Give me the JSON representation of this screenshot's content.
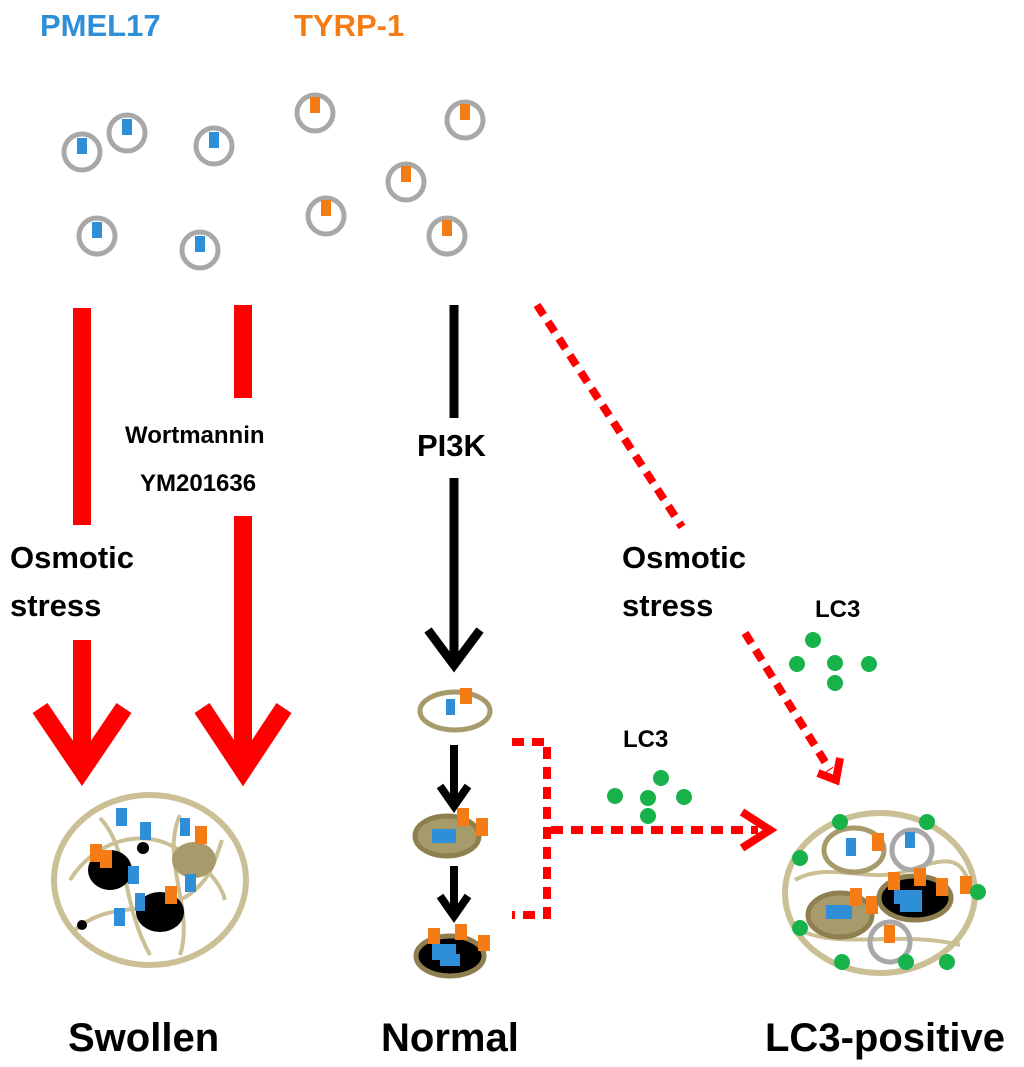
{
  "labels": {
    "pmel17": "PMEL17",
    "tyrp1": "TYRP-1",
    "wortmannin": "Wortmannin",
    "ym201636": "YM201636",
    "pi3k": "PI3K",
    "osmotic_left": "Osmotic",
    "stress_left": "stress",
    "osmotic_right": "Osmotic",
    "stress_right": "stress",
    "lc3_top": "LC3",
    "lc3_mid": "LC3",
    "swollen": "Swollen",
    "normal": "Normal",
    "lc3_positive": "LC3-positive"
  },
  "colors": {
    "pmel17": "#2e8fd8",
    "tyrp1": "#f57c14",
    "red_arrow": "#ff0000",
    "black_arrow": "#000000",
    "lc3": "#17b24a",
    "vesicle_ring": "#a8a8a8",
    "membrane": "#cbbf95",
    "organelle_fill": "#a89b6b",
    "organelle_ring": "#8f7f4f"
  }
}
